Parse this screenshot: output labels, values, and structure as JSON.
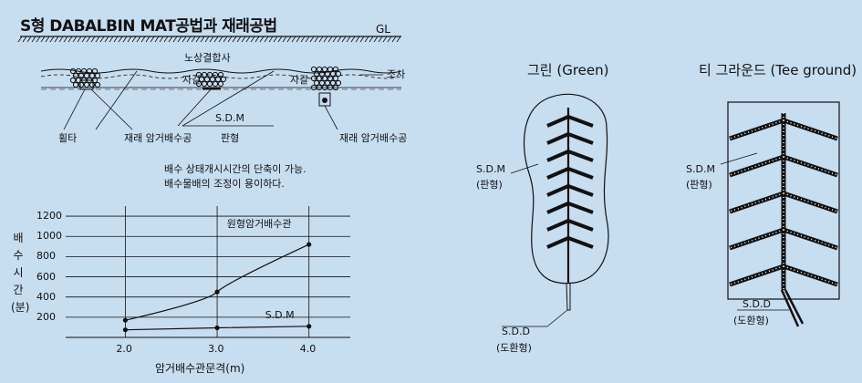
{
  "title": "S형 DABALBIN MAT공법과 재래공법",
  "section": {
    "gl": "GL",
    "top_label": "노상결합사",
    "sand": "조사",
    "gravel_left": "자갈",
    "gravel_right": "자갈",
    "sdm": "S.D.M",
    "plate": "판형",
    "heultah": "휠타",
    "conv_left": "재래 암거배수공",
    "conv_right": "재래 암거배수공"
  },
  "notes": [
    "배수 상태개시시간의 단축이 가능.",
    "배수물배의   조정이 용이하다."
  ],
  "chart_data": {
    "type": "line",
    "title": "",
    "xlabel": "암거배수관문격(m)",
    "ylabel": [
      "배",
      "수",
      "시",
      "간",
      "(분)"
    ],
    "x_ticks": [
      "2.0",
      "3.0",
      "4.0"
    ],
    "y_ticks": [
      "1200",
      "1000",
      "800",
      "600",
      "400",
      "200"
    ],
    "xlim": [
      1.35,
      4.45
    ],
    "ylim": [
      0,
      1300
    ],
    "grid": true,
    "series": [
      {
        "name": "원형암거배수관",
        "x": [
          2.0,
          3.0,
          4.0
        ],
        "y": [
          170,
          450,
          920
        ]
      },
      {
        "name": "S.D.M",
        "x": [
          2.0,
          3.0,
          4.0
        ],
        "y": [
          75,
          95,
          110
        ]
      }
    ]
  },
  "green": {
    "title": "그린 (Green)",
    "sdm": "S.D.M",
    "sdm_sub": "(판형)",
    "sdd": "S.D.D",
    "sdd_sub": "(도환형)"
  },
  "tee": {
    "title": "티 그라운드 (Tee ground)",
    "sdm": "S.D.M",
    "sdm_sub": "(판형)",
    "sdd": "S.D.D",
    "sdd_sub": "(도환형)"
  }
}
